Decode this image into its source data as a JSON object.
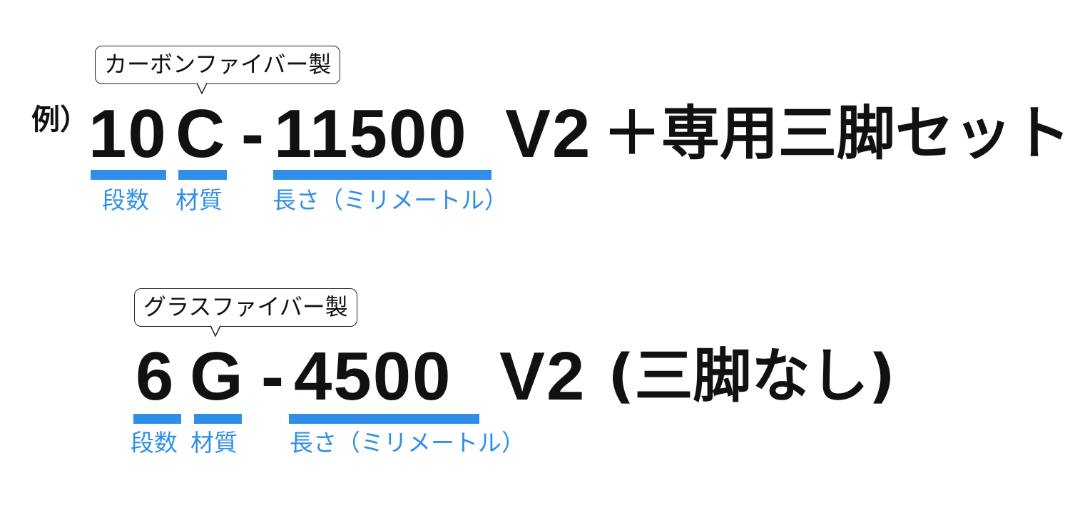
{
  "accent_color": "#2f8fe8",
  "example_label": "例）",
  "examples": [
    {
      "bubble": "カーボンファイバー製",
      "stages": "10",
      "material": "C",
      "dash": "-",
      "length": "11500",
      "version": "V2",
      "suffix": "＋専用三脚セット",
      "captions": {
        "stages": "段数",
        "material": "材質",
        "length": "長さ（ミリメートル）"
      }
    },
    {
      "bubble": "グラスファイバー製",
      "stages": "6",
      "material": "G",
      "dash": "-",
      "length": "4500",
      "version": "V2",
      "suffix": "(三脚なし)",
      "captions": {
        "stages": "段数",
        "material": "材質",
        "length": "長さ（ミリメートル）"
      }
    }
  ]
}
